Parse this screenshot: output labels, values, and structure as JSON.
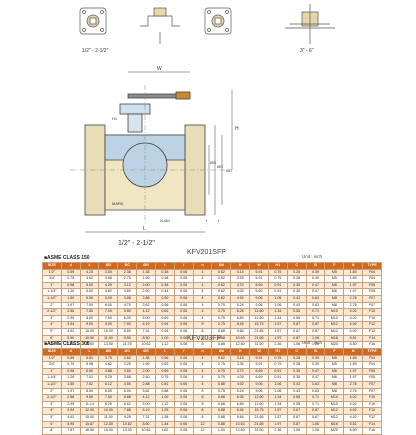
{
  "drawing": {
    "caption_top_left": "1/2\" - 2-1/2\"",
    "caption_top_right": "3\" - 6\"",
    "caption_main": "1/2\" - 2-1/2\"",
    "labels": {
      "w": "W",
      "h": "H",
      "l": "L",
      "mark": "MARK",
      "nd": "N-Ød",
      "t": "t",
      "f": "f",
      "od": "ØD",
      "oc": "ØC",
      "og": "ØG",
      "h1": "H1"
    }
  },
  "table1": {
    "standard": "■ASME CLASS 150",
    "model": "KFV201SFP",
    "unit": "Unit : inch",
    "headers": [
      "SIZE",
      "d",
      "L",
      "ØD",
      "ØC",
      "ØG",
      "t",
      "f",
      "n",
      "Ød",
      "H",
      "W",
      "H1",
      "C",
      "B",
      "F",
      "N",
      "TYPE"
    ],
    "rows": [
      [
        "1/2\"",
        "0.59",
        "4.25",
        "3.50",
        "2.38",
        "1.38",
        "0.38",
        "0.06",
        "4",
        "0.62",
        "3.15",
        "5.91",
        "0.75",
        "0.28",
        "0.39",
        "M5",
        "1.65",
        "F04"
      ],
      [
        "3/4\"",
        "0.79",
        "4.62",
        "3.88",
        "2.75",
        "1.69",
        "0.38",
        "0.06",
        "4",
        "0.62",
        "3.35",
        "5.91",
        "0.75",
        "0.28",
        "0.39",
        "M5",
        "1.65",
        "F04"
      ],
      [
        "1\"",
        "0.98",
        "5.00",
        "4.25",
        "3.12",
        "2.00",
        "0.38",
        "0.06",
        "4",
        "0.62",
        "3.70",
        "6.69",
        "0.91",
        "0.35",
        "0.47",
        "M6",
        "1.97",
        "F05"
      ],
      [
        "1-1/4\"",
        "1.26",
        "5.50",
        "4.62",
        "3.50",
        "2.50",
        "0.44",
        "0.06",
        "4",
        "0.62",
        "4.09",
        "6.69",
        "0.91",
        "0.35",
        "0.47",
        "M6",
        "1.97",
        "F05"
      ],
      [
        "1-1/2\"",
        "1.50",
        "6.50",
        "5.00",
        "3.88",
        "2.88",
        "0.50",
        "0.06",
        "4",
        "0.62",
        "4.92",
        "9.06",
        "1.06",
        "0.43",
        "0.63",
        "M8",
        "2.76",
        "F07"
      ],
      [
        "2\"",
        "1.97",
        "7.00",
        "6.00",
        "4.75",
        "3.62",
        "0.56",
        "0.06",
        "4",
        "0.75",
        "5.24",
        "9.06",
        "1.06",
        "0.43",
        "0.63",
        "M8",
        "2.76",
        "F07"
      ],
      [
        "2-1/2\"",
        "2.56",
        "7.50",
        "7.00",
        "5.50",
        "4.12",
        "0.62",
        "0.06",
        "4",
        "0.75",
        "6.26",
        "12.60",
        "1.34",
        "0.55",
        "0.71",
        "M10",
        "4.02",
        "F10"
      ],
      [
        "3\"",
        "2.99",
        "8.00",
        "7.50",
        "6.00",
        "5.00",
        "0.69",
        "0.06",
        "4",
        "0.75",
        "6.89",
        "12.60",
        "1.34",
        "0.55",
        "0.71",
        "M10",
        "4.02",
        "F10"
      ],
      [
        "4\"",
        "3.94",
        "9.00",
        "9.00",
        "7.50",
        "6.19",
        "0.94",
        "0.06",
        "8",
        "0.75",
        "8.46",
        "15.75",
        "1.57",
        "0.67",
        "0.87",
        "M12",
        "4.92",
        "F12"
      ],
      [
        "5\"",
        "4.92",
        "10.00",
        "10.00",
        "8.50",
        "7.31",
        "0.94",
        "0.06",
        "8",
        "0.88",
        "9.84",
        "21.65",
        "1.57",
        "0.67",
        "0.87",
        "M12",
        "4.92",
        "F12"
      ],
      [
        "6\"",
        "5.90",
        "10.50",
        "11.00",
        "9.50",
        "8.50",
        "1.00",
        "0.06",
        "8",
        "0.88",
        "10.63",
        "21.65",
        "1.97",
        "0.87",
        "1.06",
        "M16",
        "5.51",
        "F14"
      ],
      [
        "8\"",
        "7.87",
        "11.50",
        "13.50",
        "11.75",
        "10.62",
        "1.12",
        "0.06",
        "8",
        "0.88",
        "12.60",
        "31.50",
        "2.36",
        "1.06",
        "1.26",
        "M20",
        "6.50",
        "F16"
      ]
    ]
  },
  "table2": {
    "standard": "■ASME CLASS 300",
    "model": "KFV203FP",
    "unit": "Unit : inch",
    "headers": [
      "SIZE",
      "d",
      "L",
      "ØD",
      "ØC",
      "ØG",
      "t",
      "f",
      "n",
      "Ød",
      "H",
      "W",
      "H1",
      "C",
      "B",
      "F",
      "N",
      "TYPE"
    ],
    "rows": [
      [
        "1/2\"",
        "0.59",
        "5.51",
        "3.75",
        "2.62",
        "1.38",
        "0.56",
        "0.06",
        "4",
        "0.62",
        "3.15",
        "5.91",
        "0.75",
        "0.28",
        "0.39",
        "M5",
        "1.65",
        "F04"
      ],
      [
        "3/4\"",
        "0.79",
        "5.98",
        "4.62",
        "3.25",
        "1.69",
        "0.62",
        "0.06",
        "4",
        "0.75",
        "3.35",
        "5.91",
        "0.75",
        "0.28",
        "0.39",
        "M5",
        "1.65",
        "F04"
      ],
      [
        "1\"",
        "0.98",
        "6.50",
        "4.88",
        "3.50",
        "2.00",
        "0.69",
        "0.06",
        "4",
        "0.75",
        "3.70",
        "6.69",
        "0.91",
        "0.35",
        "0.47",
        "M6",
        "1.97",
        "F05"
      ],
      [
        "1-1/4\"",
        "1.26",
        "7.01",
        "5.25",
        "3.88",
        "2.50",
        "0.75",
        "0.06",
        "4",
        "0.75",
        "4.09",
        "6.69",
        "0.91",
        "0.35",
        "0.47",
        "M6",
        "1.97",
        "F05"
      ],
      [
        "1-1/2\"",
        "1.50",
        "7.52",
        "6.12",
        "4.50",
        "2.88",
        "0.81",
        "0.06",
        "4",
        "0.88",
        "4.92",
        "9.06",
        "1.06",
        "0.43",
        "0.63",
        "M8",
        "2.76",
        "F07"
      ],
      [
        "2\"",
        "1.97",
        "8.50",
        "6.50",
        "5.00",
        "3.62",
        "0.88",
        "0.06",
        "8",
        "0.75",
        "5.24",
        "9.06",
        "1.06",
        "0.43",
        "0.63",
        "M8",
        "2.76",
        "F07"
      ],
      [
        "2-1/2\"",
        "2.56",
        "9.50",
        "7.50",
        "5.88",
        "4.12",
        "1.00",
        "0.06",
        "8",
        "0.88",
        "6.26",
        "12.60",
        "1.34",
        "0.55",
        "0.71",
        "M10",
        "4.02",
        "F10"
      ],
      [
        "3\"",
        "2.99",
        "11.14",
        "8.25",
        "6.62",
        "5.00",
        "1.12",
        "0.06",
        "8",
        "0.88",
        "6.89",
        "12.60",
        "1.34",
        "0.55",
        "0.71",
        "M10",
        "4.02",
        "F10"
      ],
      [
        "4\"",
        "3.94",
        "12.00",
        "10.00",
        "7.88",
        "6.19",
        "1.25",
        "0.06",
        "8",
        "0.88",
        "8.46",
        "15.75",
        "1.57",
        "0.67",
        "0.87",
        "M12",
        "4.92",
        "F12"
      ],
      [
        "5\"",
        "4.92",
        "15.00",
        "11.00",
        "9.25",
        "7.31",
        "1.38",
        "0.06",
        "8",
        "0.88",
        "9.84",
        "21.65",
        "1.57",
        "0.67",
        "0.87",
        "M12",
        "4.92",
        "F12"
      ],
      [
        "6\"",
        "5.90",
        "15.87",
        "12.50",
        "10.62",
        "8.50",
        "1.44",
        "0.06",
        "12",
        "0.88",
        "10.63",
        "21.65",
        "1.97",
        "0.87",
        "1.06",
        "M16",
        "5.51",
        "F14"
      ],
      [
        "8\"",
        "7.87",
        "16.50",
        "15.00",
        "13.00",
        "10.62",
        "1.62",
        "0.06",
        "12",
        "1.00",
        "12.60",
        "31.50",
        "2.36",
        "1.06",
        "1.26",
        "M20",
        "6.50",
        "F16"
      ]
    ]
  }
}
